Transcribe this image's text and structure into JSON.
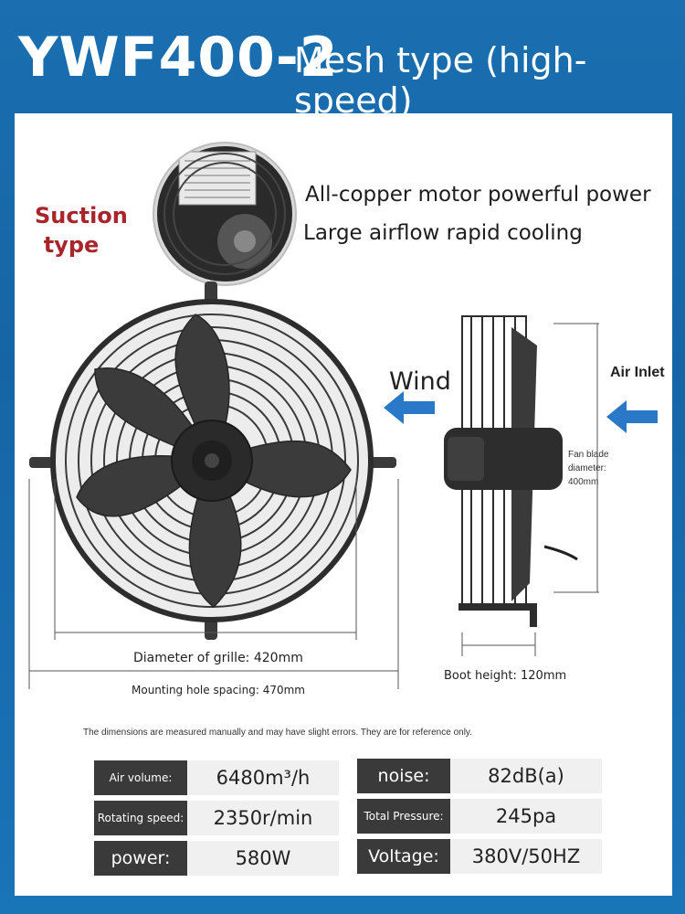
{
  "header": {
    "model": "YWF400-2",
    "subtitle": "Mesh type (high-speed)"
  },
  "labels": {
    "suction": "Suction type",
    "feature_1": "All-copper motor powerful power",
    "feature_2": "Large airflow rapid cooling",
    "wind": "Wind",
    "air_inlet": "Air Inlet",
    "blade_diameter": "Fan blade diameter: 400mm",
    "grille_diameter": "Diameter of grille: 420mm",
    "mounting_spacing": "Mounting hole spacing: 470mm",
    "boot_height": "Boot height: 120mm",
    "disclaimer": "The dimensions are measured manually and may have slight errors. They are for reference only."
  },
  "specs": {
    "air_volume": {
      "label": "Air volume:",
      "value": "6480m³/h"
    },
    "rotating_speed": {
      "label": "Rotating speed:",
      "value": "2350r/min"
    },
    "power": {
      "label": "power:",
      "value": "580W"
    },
    "noise": {
      "label": "noise:",
      "value": "82dB(a)"
    },
    "total_pressure": {
      "label": "Total Pressure:",
      "value": "245pa"
    },
    "voltage": {
      "label": "Voltage:",
      "value": "380V/50HZ"
    }
  },
  "colors": {
    "background": "#1a6fb0",
    "accent_red": "#a8252b",
    "arrow_blue": "#2a78c8",
    "spec_label_bg": "#3a3a3a",
    "spec_value_bg": "#f0f0f0"
  }
}
